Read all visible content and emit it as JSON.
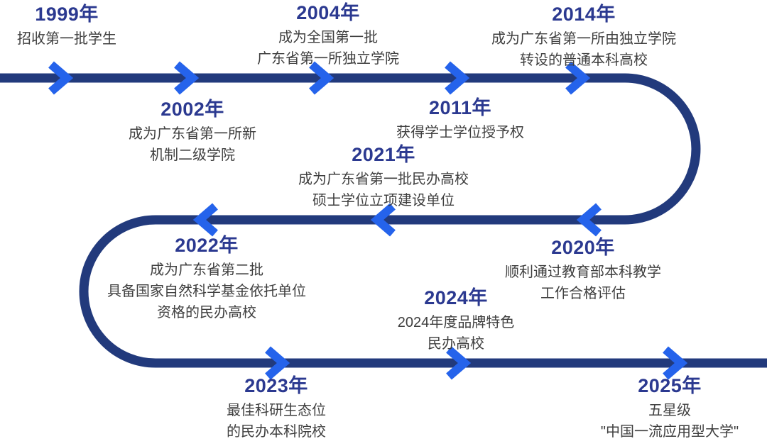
{
  "palette": {
    "line_color": "#223a7c",
    "arrow_color": "#2563eb",
    "year_color": "#2b3990",
    "body_color": "#3f3f3f",
    "background": "#ffffff"
  },
  "milestones": [
    {
      "year": "1999年",
      "lines": [
        "招收第一批学生"
      ]
    },
    {
      "year": "2002年",
      "lines": [
        "成为广东省第一所新",
        "机制二级学院"
      ]
    },
    {
      "year": "2004年",
      "lines": [
        "成为全国第一批",
        "广东省第一所独立学院"
      ]
    },
    {
      "year": "2011年",
      "lines": [
        "获得学士学位授予权"
      ]
    },
    {
      "year": "2014年",
      "lines": [
        "成为广东省第一所由独立学院",
        "转设的普通本科高校"
      ]
    },
    {
      "year": "2021年",
      "lines": [
        "成为广东省第一批民办高校",
        "硕士学位立项建设单位"
      ]
    },
    {
      "year": "2022年",
      "lines": [
        "成为广东省第二批",
        "具备国家自然科学基金依托单位",
        "资格的民办高校"
      ]
    },
    {
      "year": "2020年",
      "lines": [
        "顺利通过教育部本科教学",
        "工作合格评估"
      ]
    },
    {
      "year": "2024年",
      "lines": [
        "2024年度品牌特色",
        "民办高校"
      ]
    },
    {
      "year": "2023年",
      "lines": [
        "最佳科研生态位",
        "的民办本科院校"
      ]
    },
    {
      "year": "2025年",
      "lines": [
        "五星级",
        "\"中国一流应用型大学\""
      ]
    }
  ]
}
